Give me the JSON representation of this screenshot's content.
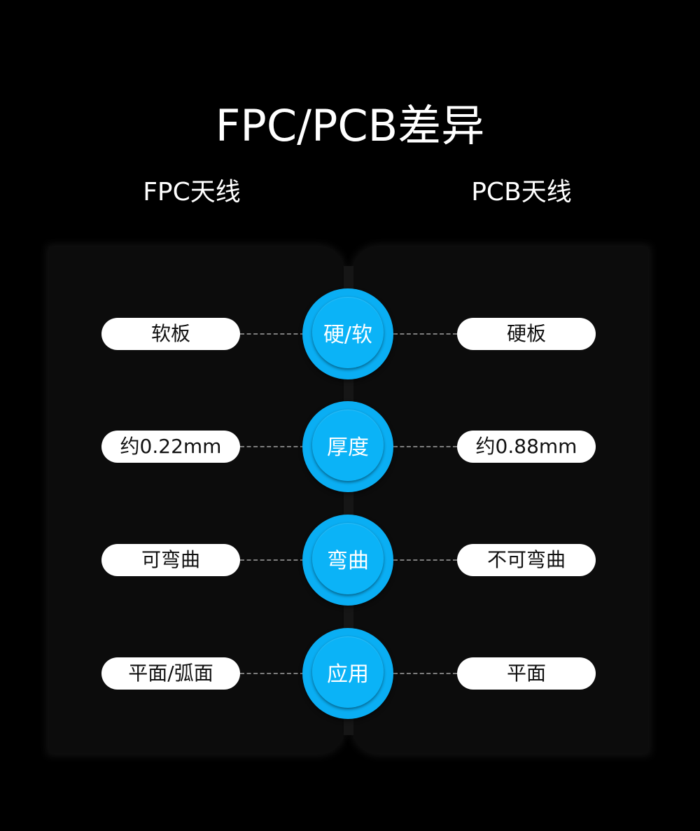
{
  "title": "FPC/PCB差异",
  "columns": {
    "left": "FPC天线",
    "right": "PCB天线"
  },
  "colors": {
    "background": "#000000",
    "panel": "#0c0c0c",
    "accent": "#0bb3f7",
    "pill": "#ffffff",
    "dash": "#7d7d7d"
  },
  "rows": [
    {
      "category": "硬/软",
      "left": "软板",
      "right": "硬板"
    },
    {
      "category": "厚度",
      "left": "约0.22mm",
      "right": "约0.88mm"
    },
    {
      "category": "弯曲",
      "left": "可弯曲",
      "right": "不可弯曲"
    },
    {
      "category": "应用",
      "left": "平面/弧面",
      "right": "平面"
    }
  ]
}
